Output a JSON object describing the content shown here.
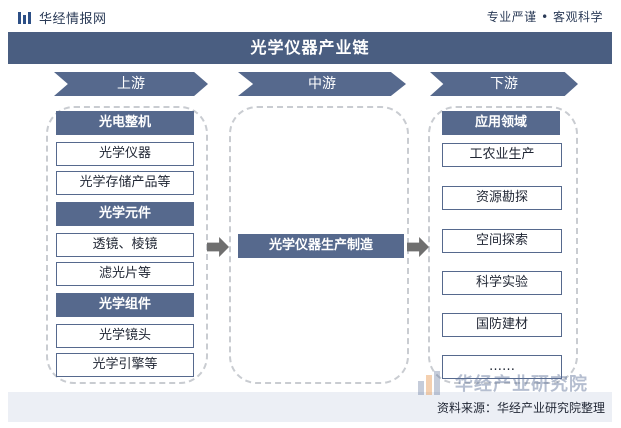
{
  "header": {
    "brand": "华经情报网",
    "slogan": "专业严谨 • 客观科学"
  },
  "title": "光学仪器产业链",
  "stages": {
    "upstream": "上游",
    "midstream": "中游",
    "downstream": "下游"
  },
  "upstream": {
    "groups": [
      {
        "category": "光电整机",
        "items": [
          "光学仪器",
          "光学存储产品等"
        ]
      },
      {
        "category": "光学元件",
        "items": [
          "透镜、棱镜",
          "滤光片等"
        ]
      },
      {
        "category": "光学组件",
        "items": [
          "光学镜头",
          "光学引擎等"
        ]
      }
    ]
  },
  "midstream": {
    "label": "光学仪器生产制造"
  },
  "downstream": {
    "category": "应用领域",
    "items": [
      "工农业生产",
      "资源勘探",
      "空间探索",
      "科学实验",
      "国防建材",
      "……"
    ]
  },
  "footer": {
    "source": "资料来源：华经产业研究院整理",
    "watermark": "华经产业研究院"
  },
  "colors": {
    "title_bg": "#4a5e81",
    "box_fill": "#56698d",
    "panel_border": "#c9ccd1",
    "arrow": "#6f6f6f"
  }
}
